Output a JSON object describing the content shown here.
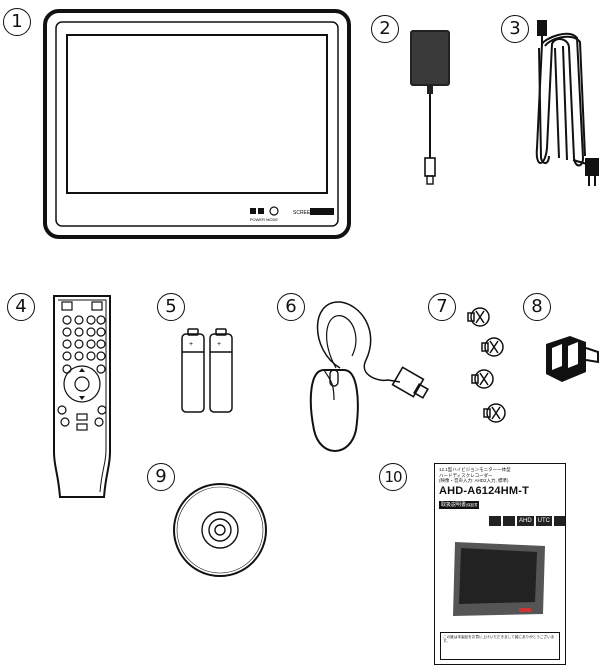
{
  "callouts": [
    "1",
    "2",
    "3",
    "4",
    "5",
    "6",
    "7",
    "8",
    "9",
    "10"
  ],
  "monitor": {
    "bottom_left_labels": "POWER MODE",
    "screen_label": "SCREEN"
  },
  "manual": {
    "small_lines": [
      "12.1型ハイビジョンモニター一体型",
      "ハードディスクレコーダー",
      "(映像・音声入力: AHD2入力, 標準)"
    ],
    "model": "AHD-A6124HM-T",
    "doc_title": "取扱説明書",
    "doc_subtitle": "(保証書付)",
    "badges": [
      "AHD",
      "UTC"
    ],
    "footer_text": "この度は本製品をお買い上げいただきまして誠にありがとうございます。"
  }
}
